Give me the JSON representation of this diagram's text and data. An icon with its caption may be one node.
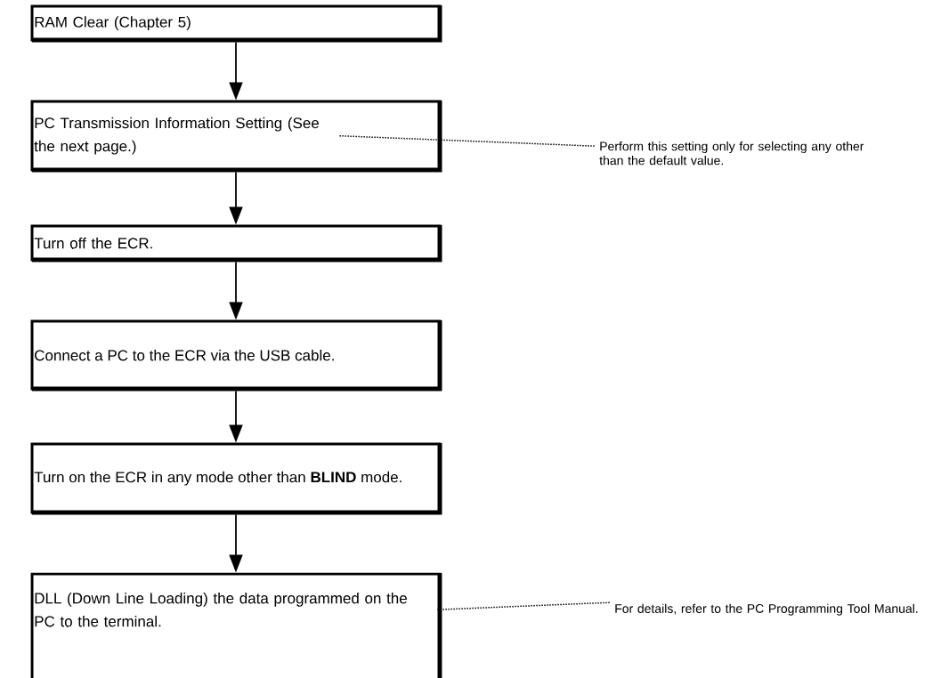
{
  "diagram": {
    "nodes": [
      {
        "text": [
          "RAM Clear (Chapter 5)"
        ]
      },
      {
        "text": [
          "PC Transmission Information Setting (See the next page.)"
        ]
      },
      {
        "text": [
          "Perform this setting only for selecting any other than the default value."
        ]
      },
      {
        "text": [
          "Turn off the ECR."
        ]
      },
      {
        "text": [
          "Connect a PC to the ECR via the USB cable."
        ]
      },
      {
        "text": [
          "Turn on the ECR in any mode other than **BLIND** mode."
        ]
      },
      {
        "text": [
          "DLL (Down Line Loading) the data programmed on the PC to the terminal."
        ]
      },
      {
        "text": [
          "For details, refer to the PC Programming Tool Manual."
        ]
      }
    ],
    "edges": [
      {
        "from": 0,
        "to": 1,
        "arrow": "to"
      },
      {
        "from": 1,
        "to": 2,
        "arrow": "none",
        "style": "dashed"
      },
      {
        "from": 1,
        "to": 3,
        "arrow": "to"
      },
      {
        "from": 3,
        "to": 4,
        "arrow": "to"
      },
      {
        "from": 4,
        "to": 5,
        "arrow": "to"
      },
      {
        "from": 5,
        "to": 6,
        "arrow": "to"
      },
      {
        "from": 6,
        "to": 7,
        "arrow": "none",
        "style": "dashed"
      }
    ]
  }
}
